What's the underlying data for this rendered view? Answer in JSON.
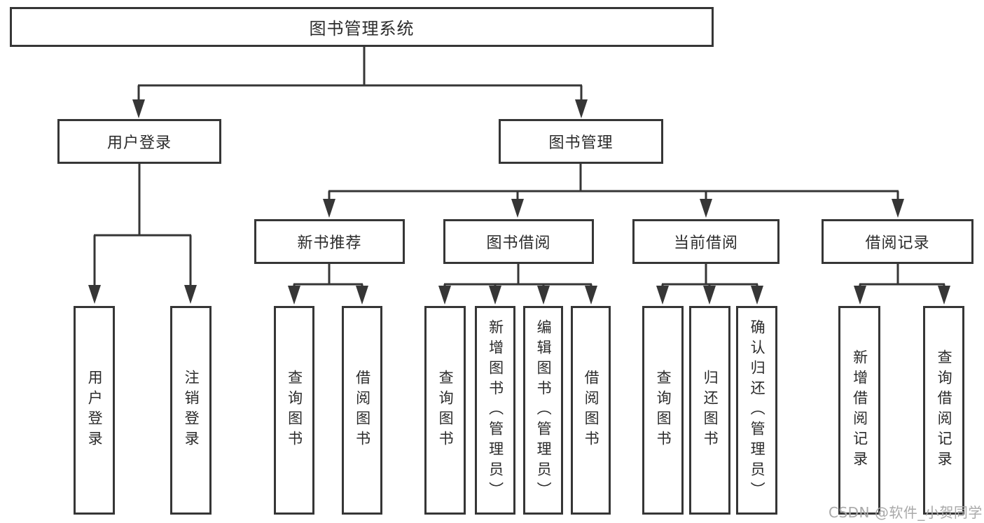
{
  "colors": {
    "line": "#363636",
    "text": "#2b2b2b",
    "background": "#ffffff",
    "watermark": "#a9a9a9"
  },
  "watermark": {
    "text": "CSDN @软件_小贺同学"
  },
  "diagram": {
    "root": {
      "label": "图书管理系统"
    },
    "level2": [
      {
        "label": "用户登录",
        "children": [
          {
            "label": "用户登录"
          },
          {
            "label": "注销登录"
          }
        ]
      },
      {
        "label": "图书管理",
        "sections": [
          {
            "label": "新书推荐",
            "children": [
              {
                "label": "查询图书"
              },
              {
                "label": "借阅图书"
              }
            ]
          },
          {
            "label": "图书借阅",
            "children": [
              {
                "label": "查询图书"
              },
              {
                "label": "新增图书（管理员）"
              },
              {
                "label": "编辑图书（管理员）"
              },
              {
                "label": "借阅图书"
              }
            ]
          },
          {
            "label": "当前借阅",
            "children": [
              {
                "label": "查询图书"
              },
              {
                "label": "归还图书"
              },
              {
                "label": "确认归还（管理员）"
              }
            ]
          },
          {
            "label": "借阅记录",
            "children": [
              {
                "label": "新增借阅记录"
              },
              {
                "label": "查询借阅记录"
              }
            ]
          }
        ]
      }
    ]
  }
}
